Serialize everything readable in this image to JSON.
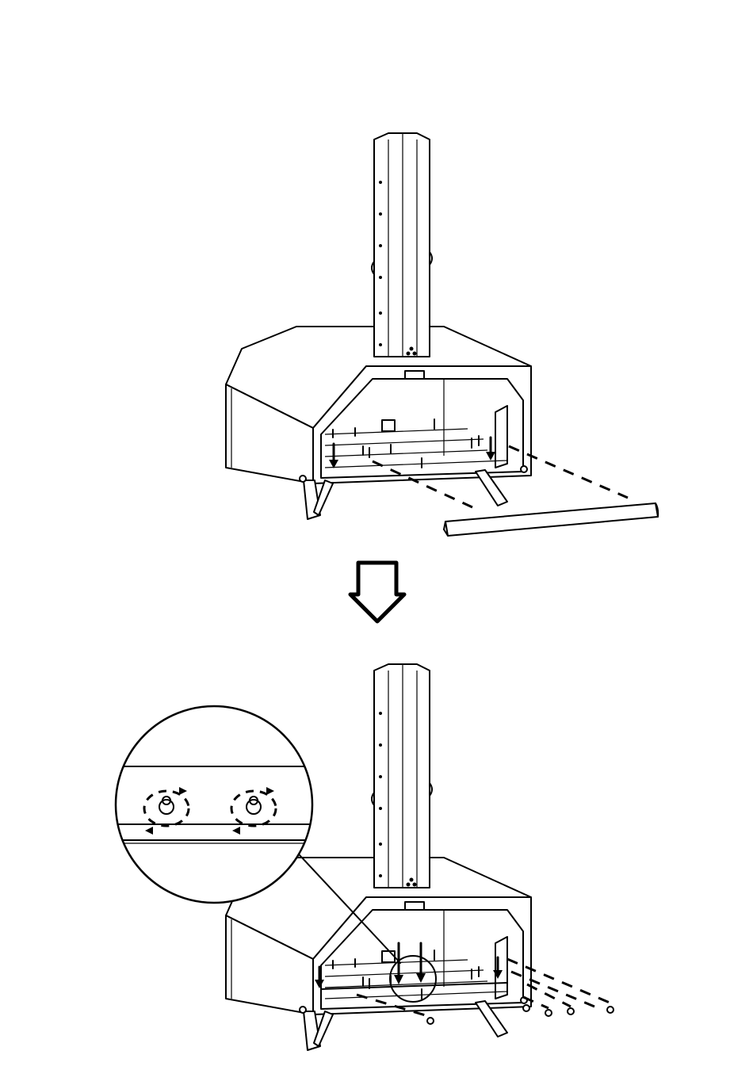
{
  "figure": {
    "steps": [
      {
        "id": "step-1",
        "action": "slide-front-bar-under-oven"
      },
      {
        "id": "step-2",
        "action": "fasten-front-bar-with-nuts"
      }
    ],
    "transition_icon": "down-arrow-icon",
    "detail_icon": "magnified-detail-icon",
    "detail_nut_count": 2,
    "nut_count": 5,
    "colors": {
      "line": "#000000",
      "background": "#ffffff"
    }
  }
}
